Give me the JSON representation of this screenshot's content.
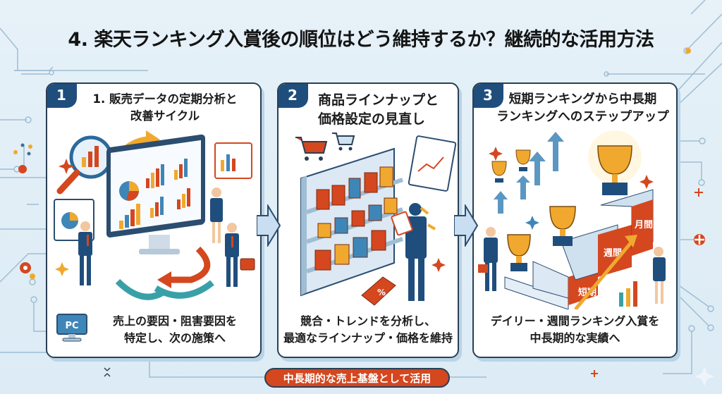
{
  "title": "4. 楽天ランキング入賞後の順位はどう維持するか？継続的な活用方法",
  "colors": {
    "background": "#e2eef7",
    "badge": "#1f4e7d",
    "panel_border": "#2b3f55",
    "accent_red": "#d4471f",
    "accent_gold": "#f0a92e",
    "accent_blue": "#3f86b8",
    "accent_teal": "#3aa0a8"
  },
  "panels": [
    {
      "number": "1",
      "title_line1": "1. 販売データの定期分析と",
      "title_line2": "改善サイクル",
      "illustration": "analytics-monitor-team-cycle",
      "icon": "pc-icon",
      "icon_label": "PC",
      "footer_line1": "売上の要因・阻害要因を",
      "footer_line2": "特定し、次の施策へ"
    },
    {
      "number": "2",
      "title_line1": "商品ラインナップと",
      "title_line2": "価格設定の見直し",
      "illustration": "store-shelf-price-review",
      "footer_line1": "競合・トレンドを分析し、",
      "footer_line2": "最適なラインナップ・価格を維持"
    },
    {
      "number": "3",
      "title_line1": "短期ランキングから中長期",
      "title_line2": "ランキングへのステップアップ",
      "illustration": "trophy-podium-steps",
      "steps": [
        "短期",
        "週間",
        "月間"
      ],
      "footer_line1": "デイリー・週間ランキング入賞を",
      "footer_line2": "中長期的な実績へ"
    }
  ],
  "flow_arrows": [
    "arrow-right-icon",
    "arrow-right-icon"
  ],
  "bottom_pill": "中長期的な売上基盤として活用"
}
